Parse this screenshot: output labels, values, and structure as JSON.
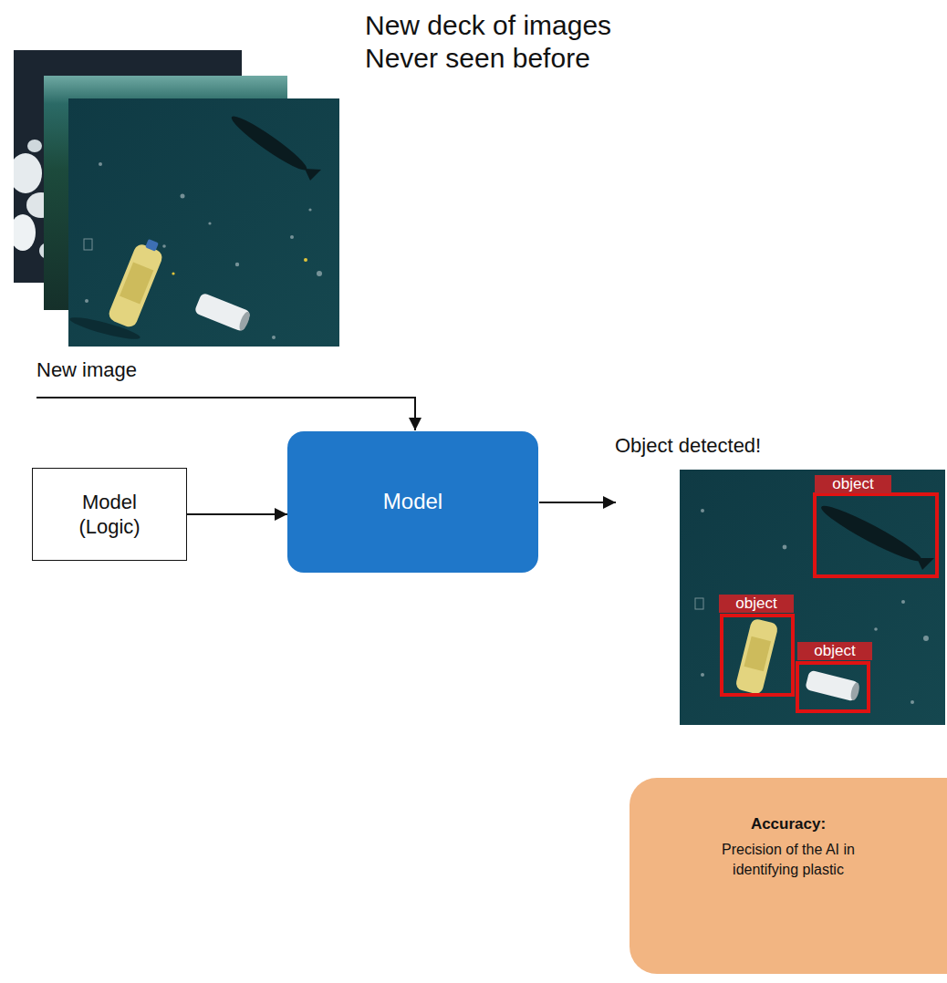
{
  "diagram": {
    "title": "New deck of images Never seen before",
    "nodes": [
      {
        "text": [
          "Model (Logic)"
        ]
      },
      {
        "text": [
          "Model"
        ]
      },
      {
        "text": [
          "Accuracy:",
          "Precision of the AI in identifying plastic"
        ]
      }
    ],
    "edges": [
      {
        "from": 0,
        "to": 1,
        "arrow": "to"
      }
    ],
    "labels": [
      "New image",
      "Object detected!",
      "object",
      "object",
      "object"
    ]
  }
}
